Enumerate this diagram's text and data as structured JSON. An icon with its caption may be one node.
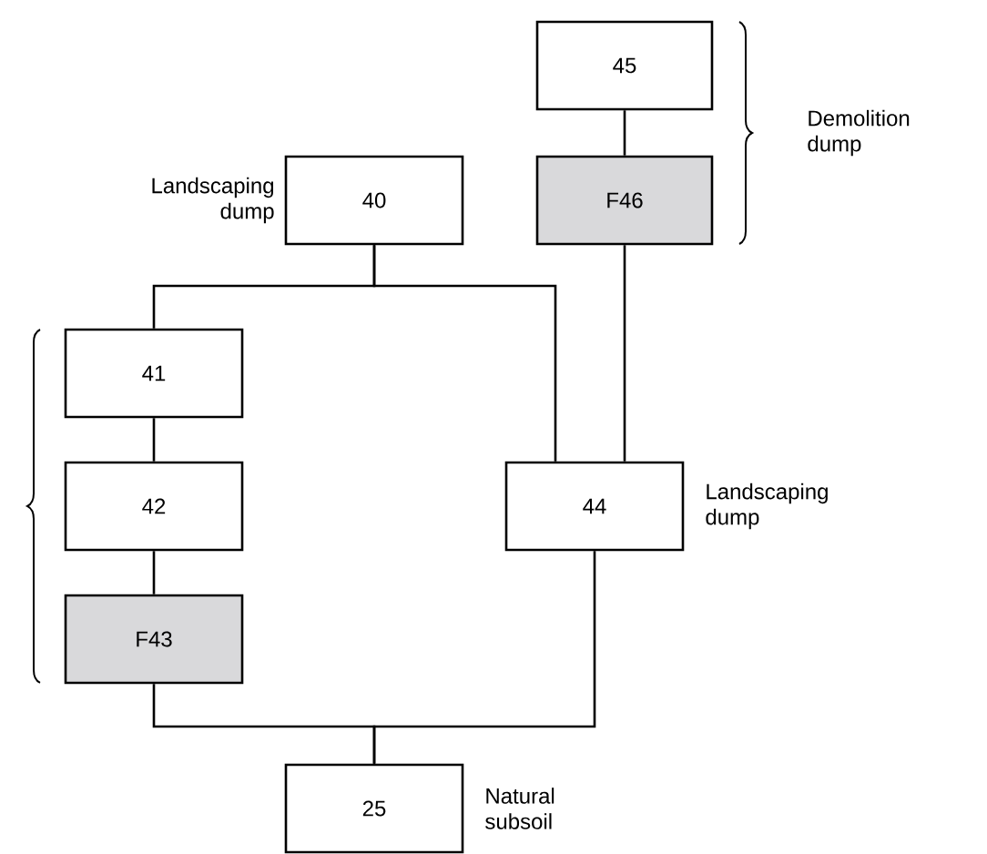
{
  "diagram": {
    "nodes": [
      {
        "text": [
          "45"
        ]
      },
      {
        "text": [
          "F46"
        ]
      },
      {
        "text": [
          "40"
        ],
        "beside": [
          "Landscaping dump"
        ]
      },
      {
        "text": [
          "41"
        ]
      },
      {
        "text": [
          "42"
        ]
      },
      {
        "text": [
          "F43"
        ]
      },
      {
        "text": [
          "44"
        ],
        "beside": [
          "Landscaping dump"
        ]
      },
      {
        "text": [
          "25"
        ],
        "beside": [
          "Natural subsoil"
        ]
      }
    ],
    "edges": [
      {
        "from": 0,
        "to": 1,
        "arrow": "none"
      },
      {
        "from": 1,
        "to": 6,
        "arrow": "none"
      },
      {
        "from": 2,
        "to": 3,
        "arrow": "none"
      },
      {
        "from": 2,
        "to": 6,
        "arrow": "none"
      },
      {
        "from": 3,
        "to": 4,
        "arrow": "none"
      },
      {
        "from": 4,
        "to": 5,
        "arrow": "none"
      },
      {
        "from": 5,
        "to": 7,
        "arrow": "none"
      },
      {
        "from": 6,
        "to": 7,
        "arrow": "none"
      }
    ],
    "labels": [
      "Demolition dump"
    ]
  }
}
